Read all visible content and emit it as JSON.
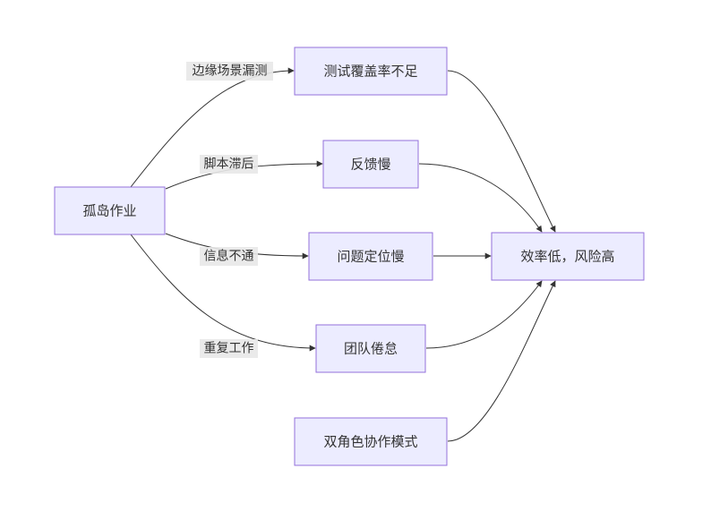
{
  "nodes": {
    "isolated": "孤岛作业",
    "coverage": "测试覆盖率不足",
    "feedback": "反馈慢",
    "locate": "问题定位慢",
    "fatigue": "团队倦怠",
    "dual": "双角色协作模式",
    "outcome": "效率低，风险高"
  },
  "edges": {
    "edge_case_miss": "边缘场景漏测",
    "script_lag": "脚本滞后",
    "info_block": "信息不通",
    "repeat_work": "重复工作"
  },
  "colors": {
    "node_fill": "#ECECFF",
    "node_stroke": "#9370DB",
    "edge": "#333333",
    "label_bg": "#e8e8e8"
  }
}
